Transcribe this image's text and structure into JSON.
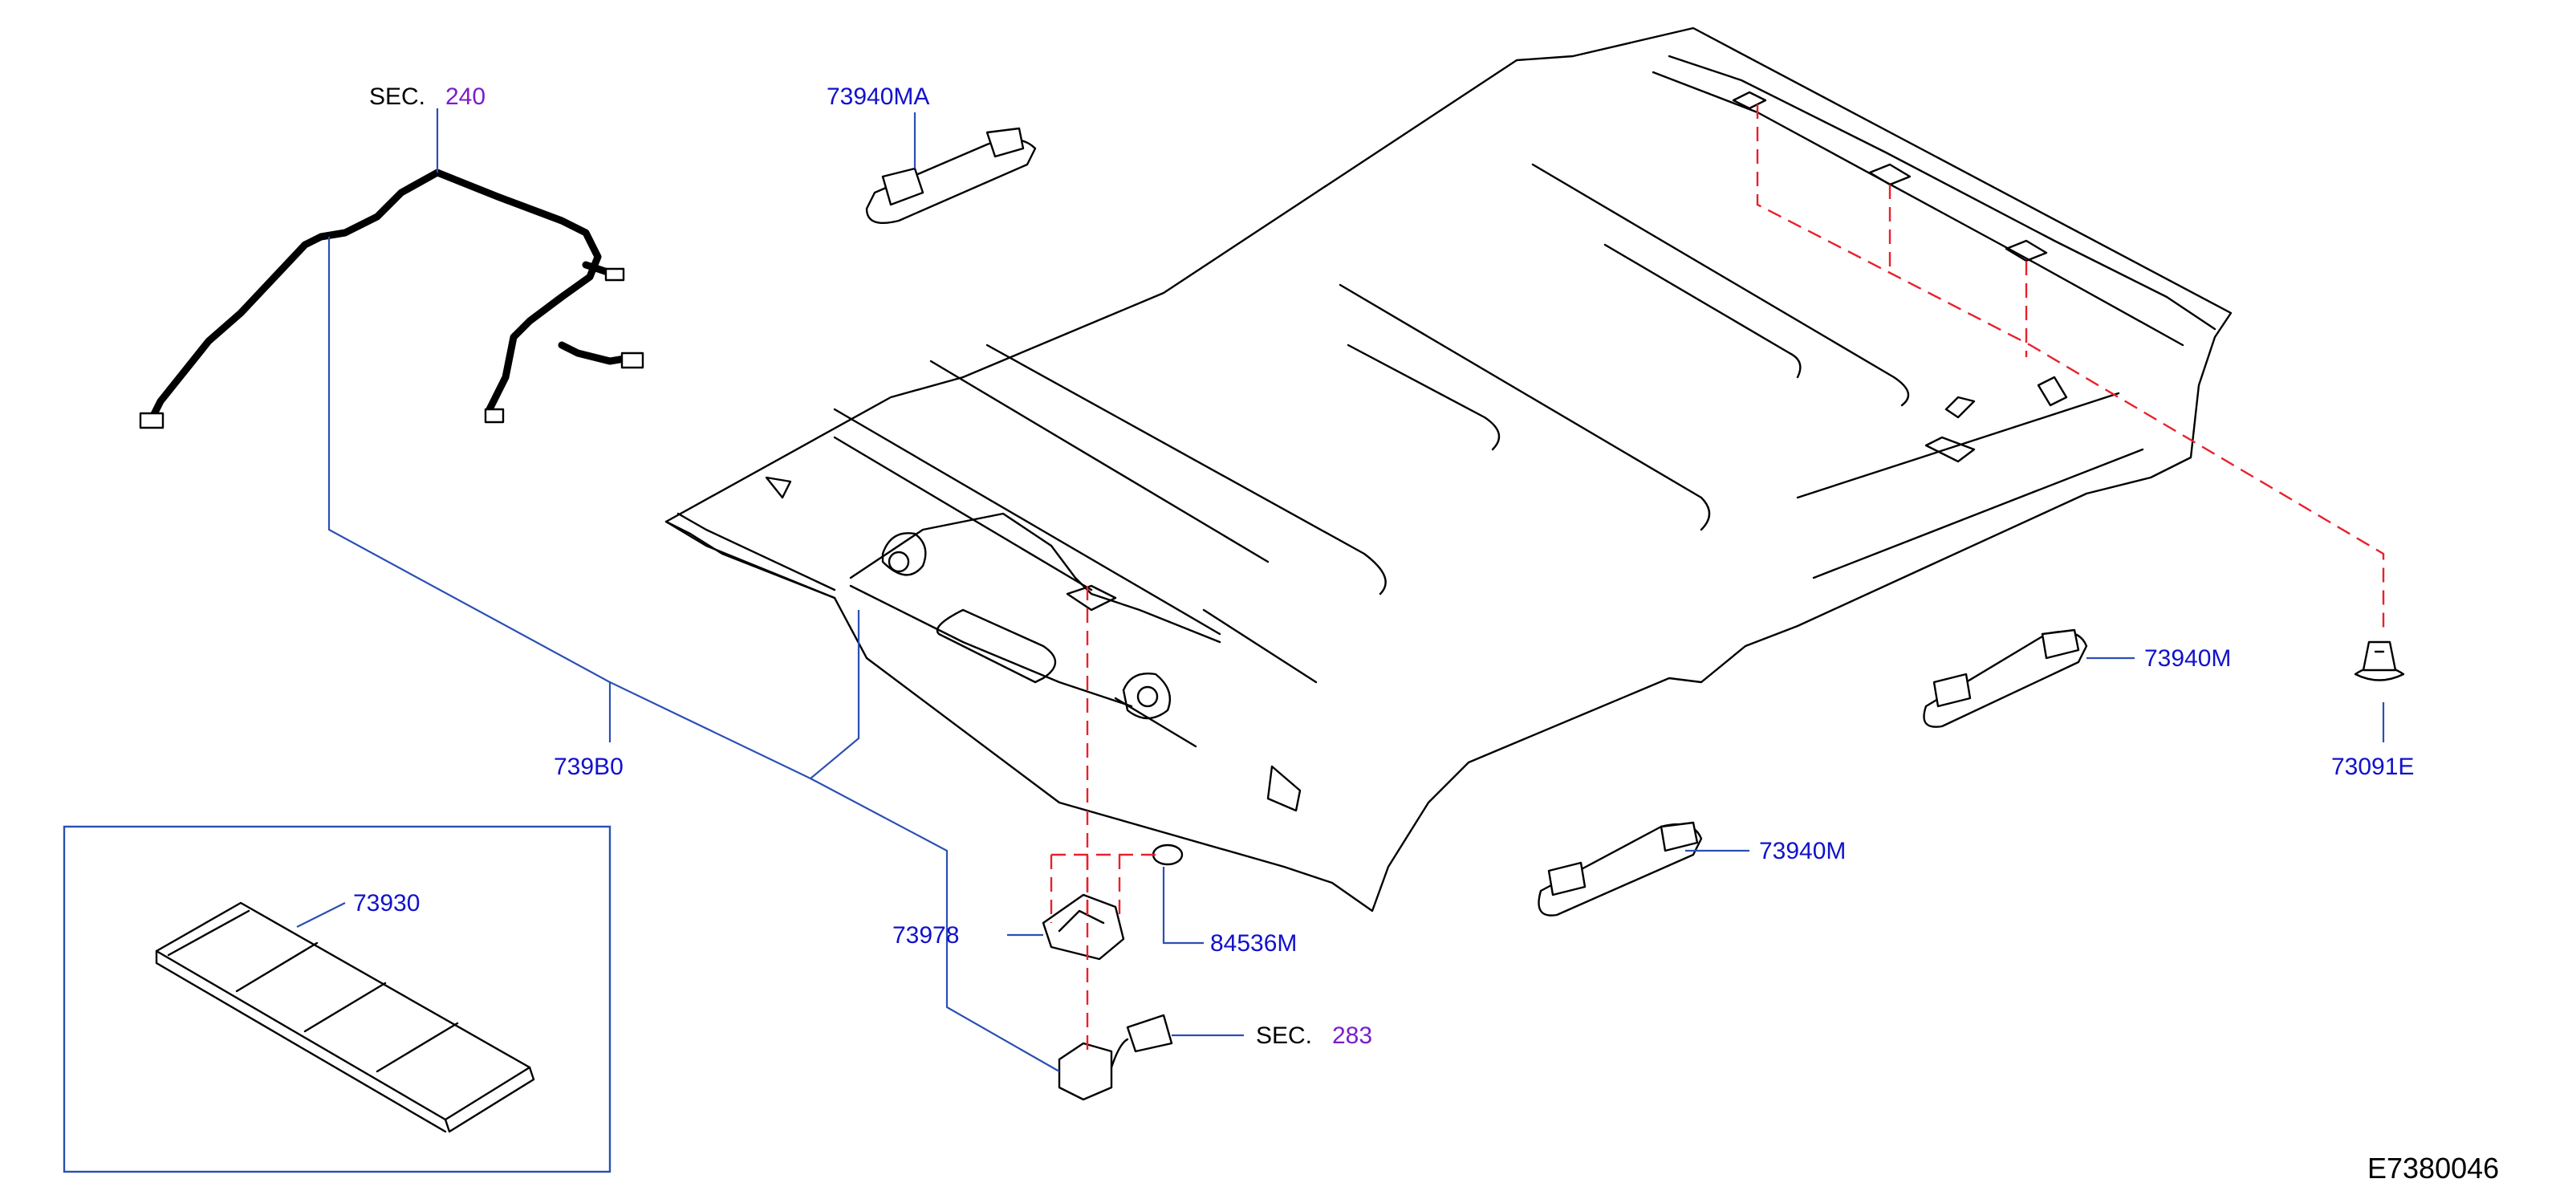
{
  "callouts": {
    "harness_sec_prefix": "SEC.",
    "harness_sec_number": "240",
    "handle_rear": "73940MA",
    "handle_right": "73940M",
    "handle_front": "73940M",
    "clip": "73091E",
    "headlining_assy": "739B0",
    "lamp_bracket": "73978",
    "ring": "84536M",
    "connector_sec_prefix": "SEC.",
    "connector_sec_number": "283",
    "pad": "73930"
  },
  "diagram_code": "E7380046",
  "colors": {
    "outline": "#000000",
    "leader": "#2b4fb3",
    "part_number": "#1111cc",
    "section_ref": "#7a1ec8",
    "dashed_link": "#e8212c"
  }
}
